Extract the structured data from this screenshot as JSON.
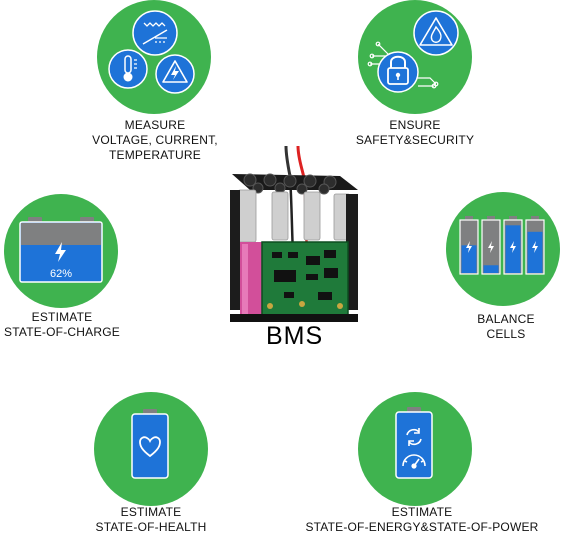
{
  "center": {
    "title": "BMS"
  },
  "nodes": {
    "measure": {
      "lines": [
        "MEASURE",
        "VOLTAGE, CURRENT,",
        "TEMPERATURE"
      ]
    },
    "safety": {
      "lines": [
        "ENSURE",
        "SAFETY&SECURITY"
      ]
    },
    "soc": {
      "lines": [
        "ESTIMATE",
        "STATE-OF-CHARGE"
      ],
      "percent_text": "62%",
      "level": 0.62
    },
    "balance": {
      "lines": [
        "BALANCE",
        "CELLS"
      ],
      "cell_levels": [
        0.55,
        0.18,
        0.92,
        0.8
      ]
    },
    "soh": {
      "lines": [
        "ESTIMATE",
        "STATE-OF-HEALTH"
      ]
    },
    "soe": {
      "lines": [
        "ESTIMATE",
        "STATE-OF-ENERGY&STATE-OF-POWER"
      ]
    }
  },
  "colors": {
    "circle_green": "#3fb34f",
    "icon_blue": "#1e73d8",
    "battery_gray": "#7f8081"
  }
}
